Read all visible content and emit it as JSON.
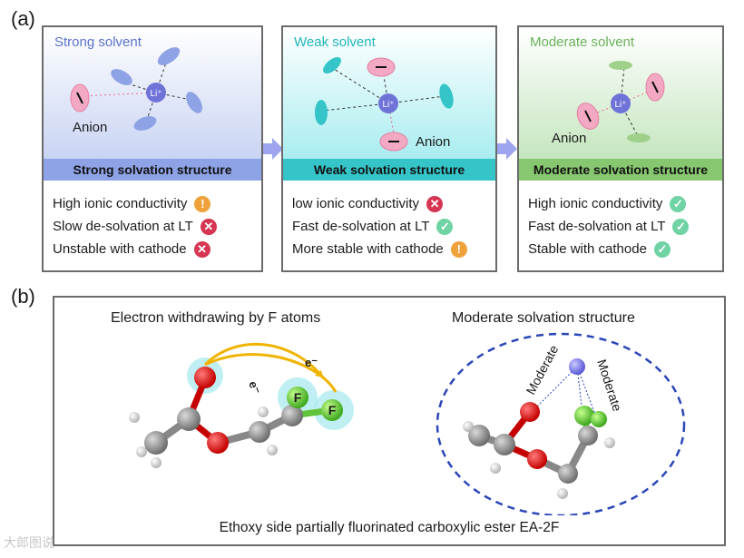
{
  "panel_a": {
    "label": "(a)",
    "cards": [
      {
        "solvent": "Strong solvent",
        "anion_label": "Anion",
        "ion_label": "Li⁺",
        "banner": "Strong solvation structure",
        "props": [
          {
            "text": "High ionic conductivity",
            "status": "warn"
          },
          {
            "text": "Slow de-solvation at LT",
            "status": "bad"
          },
          {
            "text": "Unstable with cathode",
            "status": "bad"
          }
        ]
      },
      {
        "solvent": "Weak solvent",
        "anion_label": "Anion",
        "ion_label": "Li⁺",
        "banner": "Weak solvation structure",
        "props": [
          {
            "text": "low ionic conductivity",
            "status": "bad"
          },
          {
            "text": "Fast de-solvation at LT",
            "status": "good"
          },
          {
            "text": "More stable with cathode",
            "status": "warn"
          }
        ]
      },
      {
        "solvent": "Moderate solvent",
        "anion_label": "Anion",
        "ion_label": "Li⁺",
        "banner": "Moderate solvation structure",
        "props": [
          {
            "text": "High ionic conductivity",
            "status": "good"
          },
          {
            "text": "Fast de-solvation at LT",
            "status": "good"
          },
          {
            "text": "Stable with cathode",
            "status": "good"
          }
        ]
      }
    ]
  },
  "panel_b": {
    "label": "(b)",
    "left_title": "Electron withdrawing by F atoms",
    "right_title": "Moderate solvation structure",
    "atom_f": "F",
    "electron": "e⁻",
    "moderate": "Moderate",
    "caption": "Ethoxy side partially fluorinated carboxylic ester EA-2F"
  },
  "watermark": "大郎图说",
  "colors": {
    "strong_accent": "#8ea2e6",
    "weak_accent": "#35c4c8",
    "moderate_accent": "#86c76f",
    "li_ion": "#6f73d8",
    "anion_pink": "#f3a9c3"
  }
}
